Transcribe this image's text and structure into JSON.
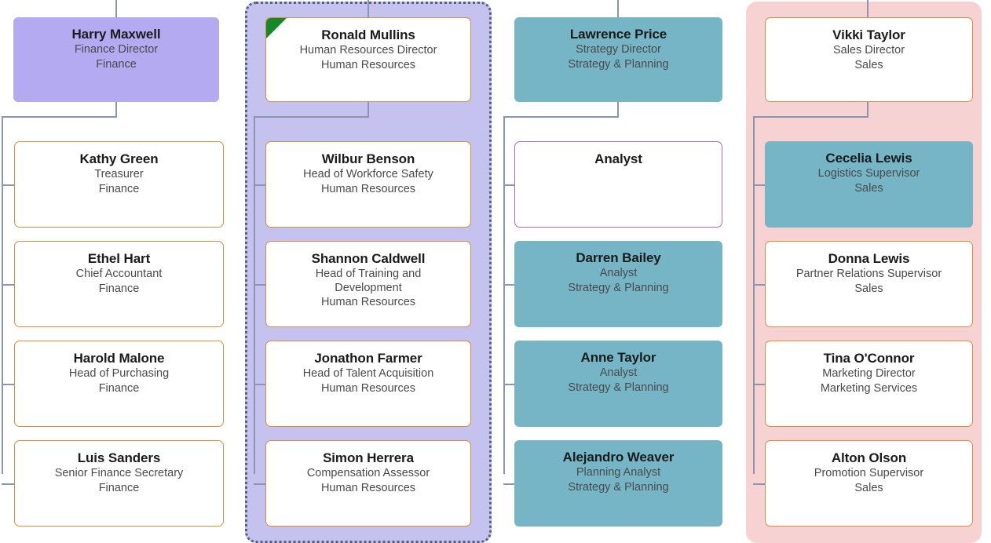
{
  "chart": {
    "type": "org-chart",
    "columns": [
      {
        "key": "finance",
        "department": "Finance",
        "group_panel": null,
        "root": {
          "name": "Harry Maxwell",
          "title": "Finance Director",
          "department": "Finance",
          "style": "fill-lav",
          "marker": null
        },
        "children": [
          {
            "name": "Kathy Green",
            "title": "Treasurer",
            "department": "Finance",
            "style": "outline-orange"
          },
          {
            "name": "Ethel Hart",
            "title": "Chief Accountant",
            "department": "Finance",
            "style": "outline-orange"
          },
          {
            "name": "Harold Malone",
            "title": "Head of Purchasing",
            "department": "Finance",
            "style": "outline-orange"
          },
          {
            "name": "Luis Sanders",
            "title": "Senior Finance Secretary",
            "department": "Finance",
            "style": "outline-orange"
          }
        ]
      },
      {
        "key": "human-resources",
        "department": "Human Resources",
        "group_panel": {
          "fill": "#c6c2f0",
          "border": "#556080",
          "selected": true
        },
        "root": {
          "name": "Ronald Mullins",
          "title": "Human Resources Director",
          "department": "Human Resources",
          "style": "outline-orange",
          "marker": "green-corner-flag"
        },
        "children": [
          {
            "name": "Wilbur Benson",
            "title": "Head of Workforce Safety",
            "department": "Human Resources",
            "style": "outline-orange"
          },
          {
            "name": "Shannon Caldwell",
            "title": "Head of Training and Development",
            "department": "Human Resources",
            "style": "outline-orange"
          },
          {
            "name": "Jonathon Farmer",
            "title": "Head of Talent Acquisition",
            "department": "Human Resources",
            "style": "outline-orange"
          },
          {
            "name": "Simon Herrera",
            "title": "Compensation Assessor",
            "department": "Human Resources",
            "style": "outline-orange"
          }
        ]
      },
      {
        "key": "strategy",
        "department": "Strategy & Planning",
        "group_panel": null,
        "root": {
          "name": "Lawrence Price",
          "title": "Strategy Director",
          "department": "Strategy & Planning",
          "style": "fill-teal",
          "marker": null
        },
        "children": [
          {
            "name": "Analyst",
            "title": "",
            "department": "",
            "style": "outline-violet",
            "title_only": true
          },
          {
            "name": "Darren Bailey",
            "title": "Analyst",
            "department": "Strategy & Planning",
            "style": "fill-teal"
          },
          {
            "name": "Anne Taylor",
            "title": "Analyst",
            "department": "Strategy & Planning",
            "style": "fill-teal"
          },
          {
            "name": "Alejandro Weaver",
            "title": "Planning Analyst",
            "department": "Strategy & Planning",
            "style": "fill-teal"
          }
        ]
      },
      {
        "key": "sales",
        "department": "Sales",
        "group_panel": {
          "fill": "#f7d2d2",
          "border": null,
          "selected": false
        },
        "root": {
          "name": "Vikki Taylor",
          "title": "Sales Director",
          "department": "Sales",
          "style": "outline-orange",
          "marker": null
        },
        "children": [
          {
            "name": "Cecelia Lewis",
            "title": "Logistics Supervisor",
            "department": "Sales",
            "style": "fill-teal"
          },
          {
            "name": "Donna Lewis",
            "title": "Partner Relations Supervisor",
            "department": "Sales",
            "style": "outline-orange"
          },
          {
            "name": "Tina O'Connor",
            "title": "Marketing Director",
            "department": "Marketing Services",
            "style": "outline-orange"
          },
          {
            "name": "Alton Olson",
            "title": "Promotion Supervisor",
            "department": "Sales",
            "style": "outline-orange"
          }
        ]
      }
    ],
    "colors": {
      "node_border_orange": "#d98c3f",
      "node_border_violet": "#a86cc1",
      "fill_lavender": "#b3aaf2",
      "fill_teal": "#76b5c5",
      "group_hr_fill": "#c6c2f0",
      "group_hr_border": "#556080",
      "group_sales_fill": "#f7d2d2",
      "connector": "#8a96ad",
      "marker_green": "#128a28",
      "name_text": "#1b1b1b",
      "subtitle_text": "#4a4a4a"
    }
  }
}
